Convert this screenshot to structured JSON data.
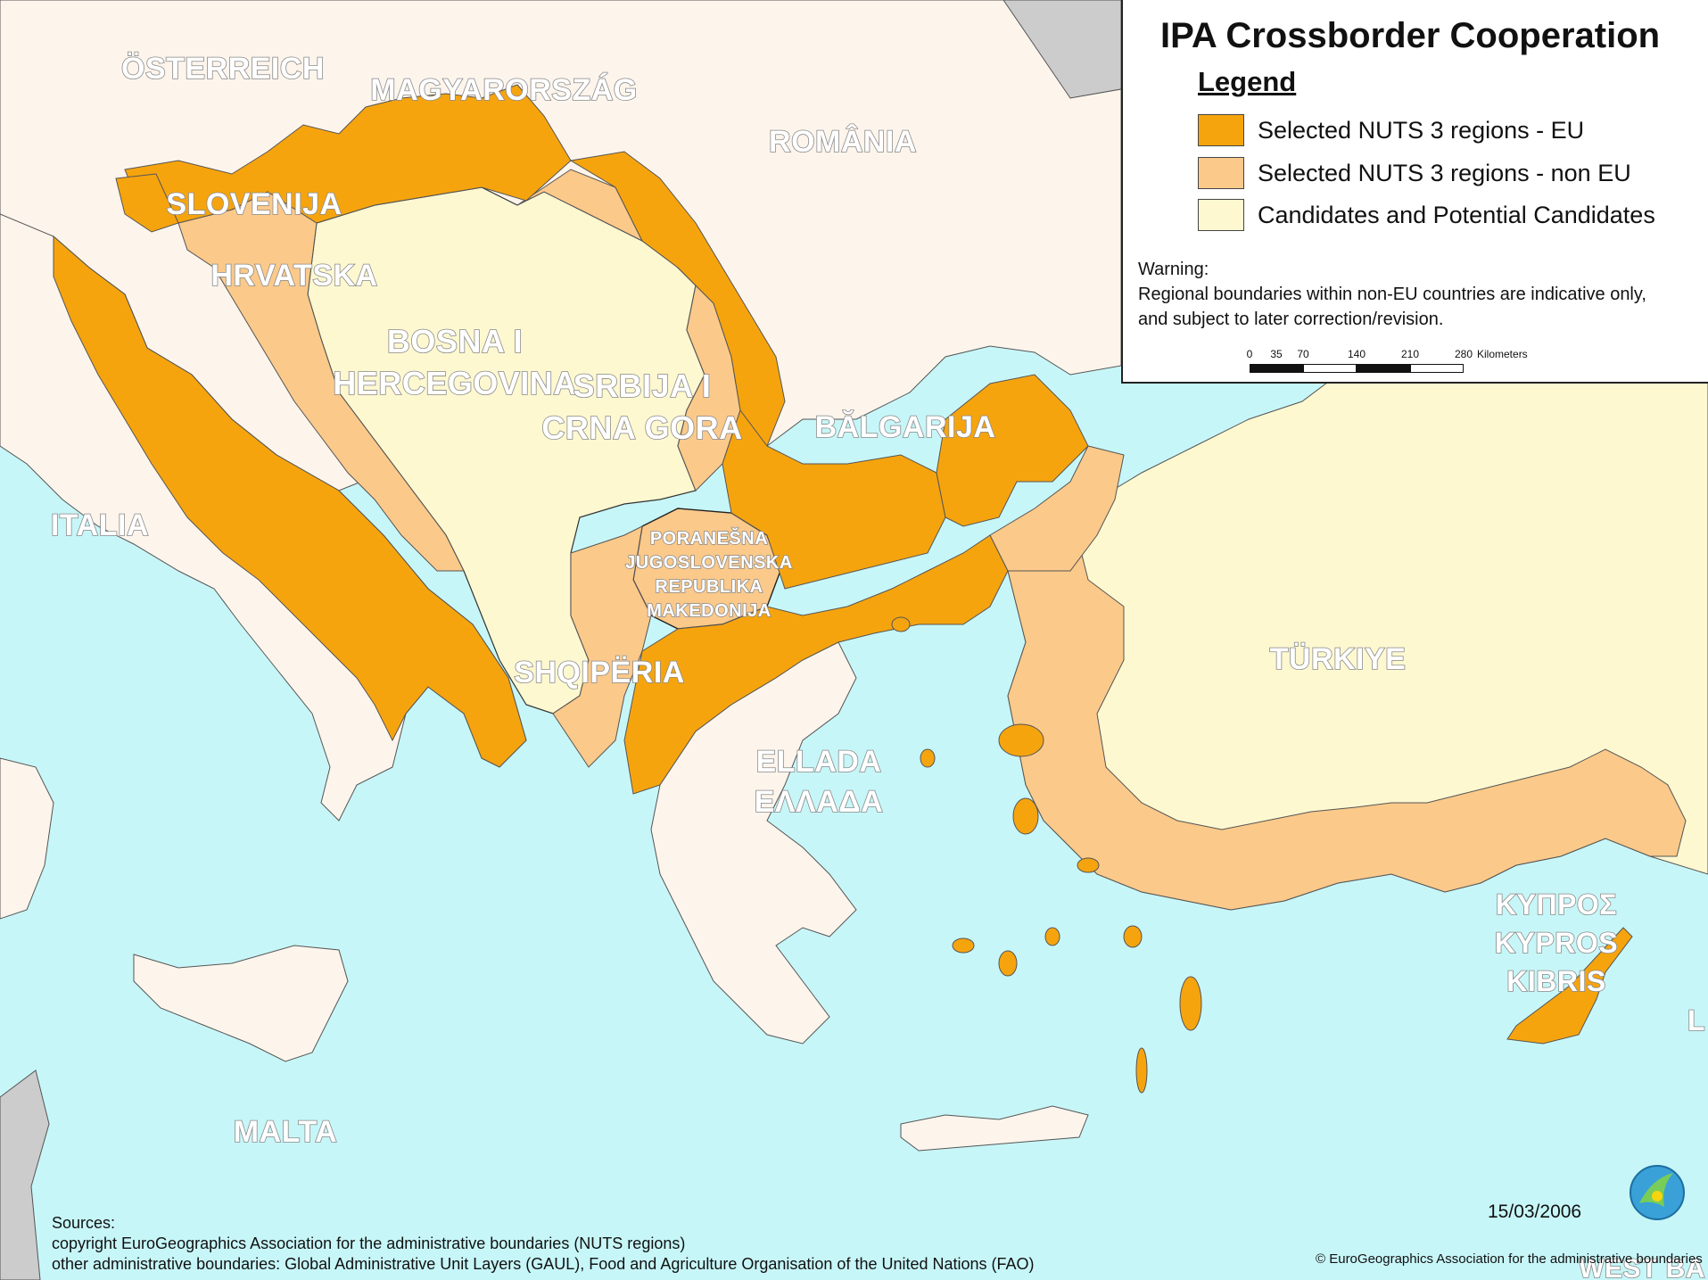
{
  "title": "IPA Crossborder Cooperation",
  "legend": {
    "heading": "Legend",
    "items": [
      {
        "label": "Selected NUTS 3 regions - EU",
        "color": "#f6a40e"
      },
      {
        "label": "Selected NUTS 3 regions - non EU",
        "color": "#fbc98a"
      },
      {
        "label": "Candidates and Potential Candidates",
        "color": "#fdf8d0"
      }
    ]
  },
  "warning": {
    "heading": "Warning:",
    "line1": "Regional boundaries within non-EU countries are indicative only,",
    "line2": "and subject to later correction/revision."
  },
  "scalebar": {
    "ticks": [
      "0",
      "35",
      "70",
      "140",
      "210",
      "280"
    ],
    "unit": "Kilometers"
  },
  "country_labels": {
    "austria": "ÖSTERREICH",
    "hungary": "MAGYARORSZÁG",
    "romania": "ROMÂNIA",
    "slovenia": "SLOVENIJA",
    "croatia": "HRVATSKA",
    "bosnia_1": "BOSNA I",
    "bosnia_2": "HERCEGOVINA",
    "serbia_1": "SRBIJA I",
    "serbia_2": "CRNA GORA",
    "bulgaria": "BĂLGARIJA",
    "italy": "ITALIA",
    "macedonia_1": "PORANEŠNA",
    "macedonia_2": "JUGOSLOVENSKA",
    "macedonia_3": "REPUBLIKA",
    "macedonia_4": "MAKEDONIJA",
    "albania": "SHQIPËRIA",
    "greece_1": "ELLADA",
    "greece_2": "ΕΛΛΑΔΑ",
    "turkey": "TÜRKIYE",
    "cyprus_1": "ΚΥΠΡΟΣ",
    "cyprus_2": "KYPROS",
    "cyprus_3": "KIBRIS",
    "malta": "MALTA",
    "edge_right": "L",
    "edge_bottom": "WEST BA"
  },
  "sources": {
    "heading": "Sources:",
    "line1": "copyright EuroGeographics Association for the administrative boundaries (NUTS regions)",
    "line2": "other administrative boundaries: Global Administrative Unit Layers (GAUL), Food and Agriculture Organisation of the United Nations (FAO)"
  },
  "date": "15/03/2006",
  "copyright": "© EuroGeographics Association for the administrative boundaries",
  "colors": {
    "sea": "#c7f6f8",
    "land_other": "#fdf5ec",
    "land_grey": "#cccccc",
    "eu_selected": "#f6a40e",
    "non_eu_selected": "#fbc98a",
    "candidates": "#fdf8d0"
  }
}
